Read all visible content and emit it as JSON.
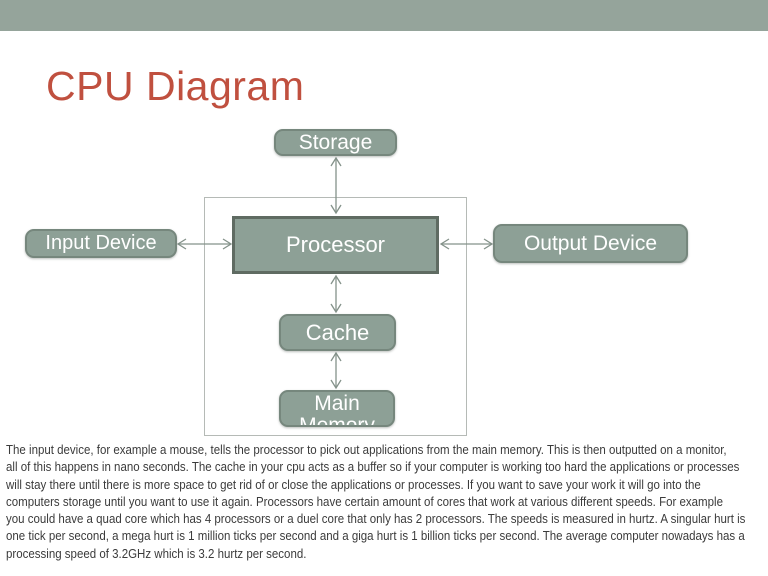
{
  "slide": {
    "title": "CPU Diagram"
  },
  "diagram": {
    "boxes": {
      "storage": "Storage",
      "processor": "Processor",
      "input_device": "Input Device",
      "output_device": "Output Device",
      "cache": "Cache",
      "main_memory_line1": "Main",
      "main_memory_line2": "Memory"
    },
    "arrows": [
      "storage-processor",
      "input-device-processor",
      "processor-output-device",
      "processor-cache",
      "cache-main-memory"
    ]
  },
  "body": {
    "lines": [
      "The input device, for example a mouse, tells the processor to pick out applications from the main memory. This is then outputted on a monitor,",
      "all of this happens in nano seconds. The cache in  your cpu acts as a buffer so if your computer is working too hard the applications or processes",
      "will stay there until there is more space to get rid of or close the applications or processes. If you want to save your work it will go into the",
      "computers storage until you want to use it again. Processors have certain amount of cores that work at various different speeds. For example",
      "you could have a quad core which has 4 processors or a duel core that only has 2 processors. The speeds is measured in hurtz. A singular hurt is",
      "one tick per second, a mega hurt is 1 million ticks per second and a giga hurt is 1 billion ticks per second. The average computer nowadays has a",
      "processing speed of 3.2GHz which is 3.2 hurtz per second."
    ]
  },
  "colors": {
    "top_bar": "#95a49b",
    "box_fill": "#8da096",
    "box_border": "#76877d",
    "processor_border": "#5f6b62",
    "boundary_border": "#b5bab6",
    "arrow": "#84928a",
    "title_text": "#c0503f",
    "box_text": "#ffffff",
    "body_text": "#3b3b3b"
  }
}
